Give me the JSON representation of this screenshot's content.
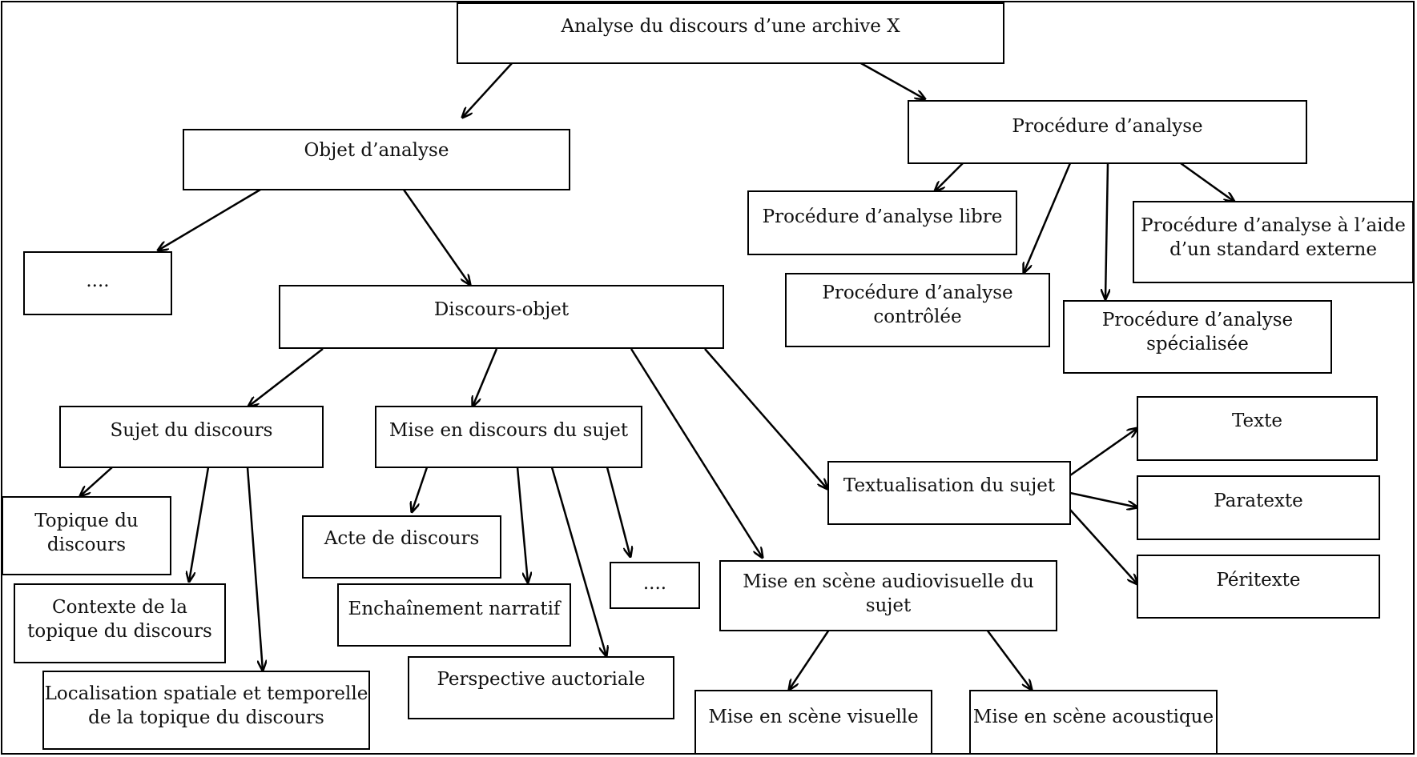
{
  "nodes": {
    "root": "Analyse du discours d’une archive X",
    "objet": "Objet d’analyse",
    "procedure": "Procédure d’analyse",
    "proc_libre": "Procédure d’analyse libre",
    "proc_externe_1": "Procédure d’analyse à l’aide",
    "proc_externe_2": "d’un standard externe",
    "proc_controlee_1": "Procédure d’analyse",
    "proc_controlee_2": "contrôlée",
    "proc_specialisee_1": "Procédure d’analyse",
    "proc_specialisee_2": "spécialisée",
    "ellipsis_left": "....",
    "discours_objet": "Discours-objet",
    "sujet": "Sujet du discours",
    "mise_en_discours": "Mise en discours du sujet",
    "textualisation": "Textualisation du sujet",
    "texte": "Texte",
    "paratexte": "Paratexte",
    "peritexte": "Péritexte",
    "topique_1": "Topique du",
    "topique_2": "discours",
    "contexte_1": "Contexte de la",
    "contexte_2": "topique du discours",
    "localisation_1": "Localisation spatiale et temporelle",
    "localisation_2": "de la topique du discours",
    "acte": "Acte de discours",
    "enchainement": "Enchaînement narratif",
    "perspective": "Perspective auctoriale",
    "ellipsis_mid": "....",
    "audiovisuelle_1": "Mise en scène audiovisuelle du",
    "audiovisuelle_2": "sujet",
    "visuelle": "Mise en scène visuelle",
    "acoustique": "Mise en scène acoustique"
  }
}
